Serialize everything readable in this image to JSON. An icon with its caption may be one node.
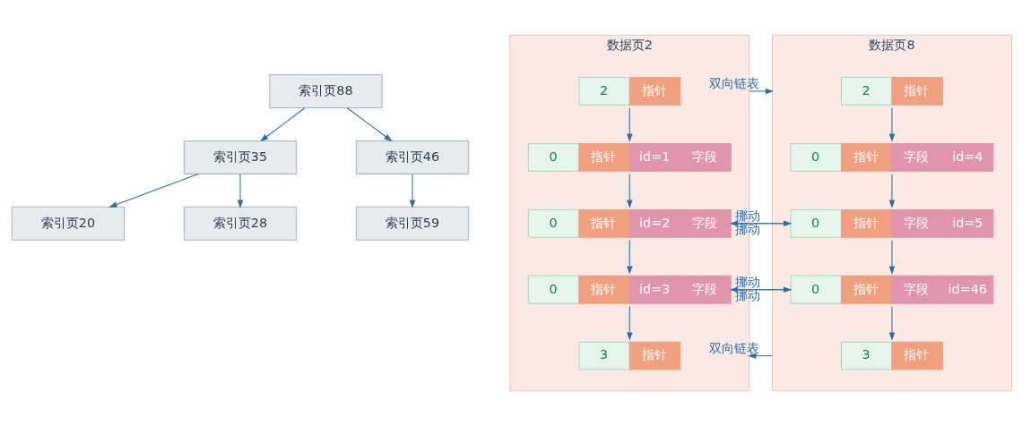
{
  "diagram": {
    "nodes": [
      {
        "text": [
          "索引页88"
        ]
      },
      {
        "text": [
          "索引页35"
        ]
      },
      {
        "text": [
          "索引页46"
        ]
      },
      {
        "text": [
          "索引页20"
        ]
      },
      {
        "text": [
          "索引页28"
        ]
      },
      {
        "text": [
          "索引页59"
        ]
      },
      {
        "text": [
          "数据页2"
        ]
      },
      {
        "text": [
          "2",
          "指针"
        ],
        "in": 6
      },
      {
        "text": [
          "0",
          "指针",
          "id=1",
          "字段"
        ],
        "in": 6
      },
      {
        "text": [
          "0",
          "指针",
          "id=2",
          "字段"
        ],
        "in": 6
      },
      {
        "text": [
          "0",
          "指针",
          "id=3",
          "字段"
        ],
        "in": 6
      },
      {
        "text": [
          "3",
          "指针"
        ],
        "in": 6
      },
      {
        "text": [
          "数据页8"
        ]
      },
      {
        "text": [
          "2",
          "指针"
        ],
        "in": 12
      },
      {
        "text": [
          "0",
          "指针",
          "字段",
          "id=4"
        ],
        "in": 12
      },
      {
        "text": [
          "0",
          "指针",
          "字段",
          "id=5"
        ],
        "in": 12
      },
      {
        "text": [
          "0",
          "指针",
          "字段",
          "id=46"
        ],
        "in": 12
      },
      {
        "text": [
          "3",
          "指针"
        ],
        "in": 12
      }
    ],
    "edges": [
      {
        "from": 0,
        "to": 1,
        "arrow": "to"
      },
      {
        "from": 0,
        "to": 2,
        "arrow": "to"
      },
      {
        "from": 1,
        "to": 3,
        "arrow": "to"
      },
      {
        "from": 1,
        "to": 4,
        "arrow": "to"
      },
      {
        "from": 2,
        "to": 5,
        "arrow": "to"
      },
      {
        "from": 7,
        "to": 8,
        "arrow": "to"
      },
      {
        "from": 8,
        "to": 9,
        "arrow": "to"
      },
      {
        "from": 9,
        "to": 10,
        "arrow": "to"
      },
      {
        "from": 10,
        "to": 11,
        "arrow": "to"
      },
      {
        "from": 13,
        "to": 14,
        "arrow": "to"
      },
      {
        "from": 14,
        "to": 15,
        "arrow": "to"
      },
      {
        "from": 15,
        "to": 16,
        "arrow": "to"
      },
      {
        "from": 16,
        "to": 17,
        "arrow": "to"
      },
      {
        "from": 6,
        "to": 12,
        "arrow": "to",
        "label": "双向链表"
      },
      {
        "from": 12,
        "to": 6,
        "arrow": "to",
        "label": "双向链表"
      },
      {
        "from": 15,
        "to": 9,
        "arrow": "to",
        "label": "挪动"
      },
      {
        "from": 9,
        "to": 15,
        "arrow": "to",
        "label": "挪动"
      },
      {
        "from": 16,
        "to": 10,
        "arrow": "to",
        "label": "挪动"
      },
      {
        "from": 10,
        "to": 16,
        "arrow": "to",
        "label": "挪动"
      }
    ]
  }
}
